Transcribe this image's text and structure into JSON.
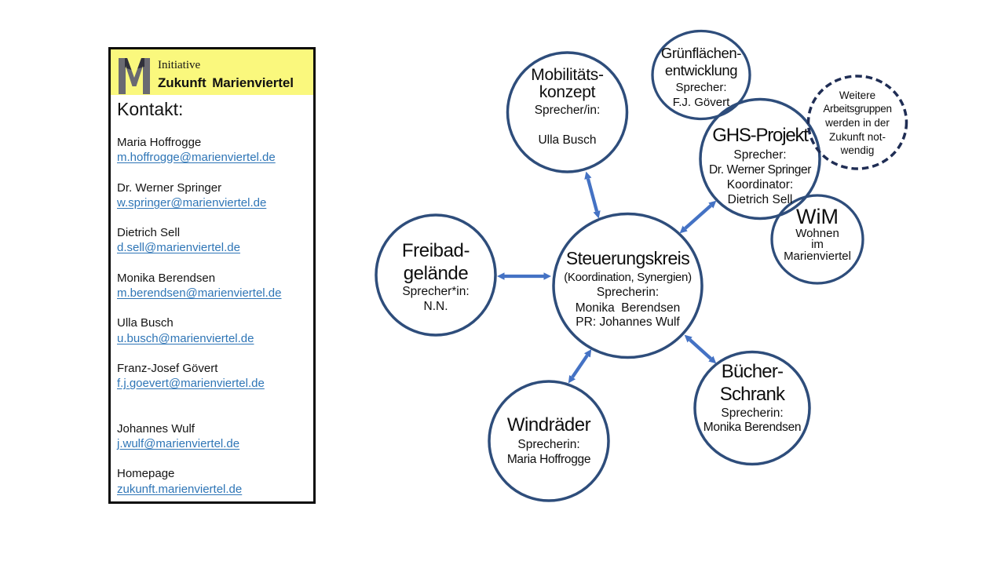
{
  "contact_card": {
    "logo": {
      "letter": "M",
      "line1": "Initiative",
      "line2": "Zukunft Marienviertel",
      "background_color": "#faf87d",
      "m_gray": "#6a6a72",
      "m_dark": "#30303b"
    },
    "heading": "Kontakt:",
    "entries": [
      {
        "name": "Maria Hoffrogge",
        "link": "m.hoffrogge@marienviertel.de"
      },
      {
        "name": "Dr. Werner Springer",
        "link": "w.springer@marienviertel.de"
      },
      {
        "name": "Dietrich Sell",
        "link": "d.sell@marienviertel.de"
      },
      {
        "name": "Monika Berendsen",
        "link": "m.berendsen@marienviertel.de"
      },
      {
        "name": "Ulla Busch",
        "link": "u.busch@marienviertel.de"
      },
      {
        "name": "Franz-Josef Gövert",
        "link": "f.j.goevert@marienviertel.de"
      },
      {
        "name": "Johannes Wulf",
        "link": "j.wulf@marienviertel.de"
      },
      {
        "name": "Homepage",
        "link": "zukunft.marienviertel.de"
      }
    ]
  },
  "diagram": {
    "colors": {
      "circle_stroke": "#2e4d7b",
      "dashed_stroke": "#1f2d54",
      "arrow_fill": "#4472c4",
      "text": "#0e0e0e"
    },
    "nodes": {
      "steuerungskreis": {
        "title1": "Steuerungskreis",
        "line1": "(Koordination, Synergien)",
        "line2": "Sprecherin:",
        "line3": "Monika  Berendsen",
        "line4": "PR: Johannes Wulf"
      },
      "mobilitaetskonzept": {
        "title1": "Mobilitäts-",
        "title2": "konzept",
        "line1": "Sprecher/in:",
        "line2": "",
        "line3": "Ulla Busch"
      },
      "gruenflaechenentwicklung": {
        "title1": "Grünflächen-",
        "title2": "entwicklung",
        "line1": "Sprecher:",
        "line2": "F.J. Gövert"
      },
      "ghs_projekt": {
        "title1": "GHS-Projekt",
        "line1": "Sprecher:",
        "line2": "Dr. Werner Springer",
        "line3": "Koordinator:",
        "line4": "Dietrich Sell"
      },
      "weitere_arbeitsgruppen": {
        "line1": "Weitere",
        "line2": "Arbeitsgruppen",
        "line3": "werden in der",
        "line4": "Zukunft not-",
        "line5": "wendig"
      },
      "wim": {
        "title1": "WiM",
        "line1": "Wohnen",
        "line2": "im",
        "line3": "Marienviertel"
      },
      "freibadgelaende": {
        "title1": "Freibad-",
        "title2": "gelände",
        "line1": "Sprecher*in:",
        "line2": "N.N."
      },
      "windraeder": {
        "title1": "Windräder",
        "line1": "Sprecherin:",
        "line2": "Maria Hoffrogge"
      },
      "buecherschrank": {
        "title1": "Bücher-",
        "title2": "Schrank",
        "line1": "Sprecherin:",
        "line2": "Monika Berendsen"
      }
    },
    "connections": [
      {
        "from": "steuerungskreis",
        "to": "mobilitaetskonzept",
        "style": "double-arrow"
      },
      {
        "from": "steuerungskreis",
        "to": "freibadgelaende",
        "style": "double-arrow"
      },
      {
        "from": "steuerungskreis",
        "to": "ghs_projekt",
        "style": "double-arrow"
      },
      {
        "from": "steuerungskreis",
        "to": "windraeder",
        "style": "double-arrow"
      },
      {
        "from": "steuerungskreis",
        "to": "buecherschrank",
        "style": "double-arrow"
      }
    ]
  }
}
